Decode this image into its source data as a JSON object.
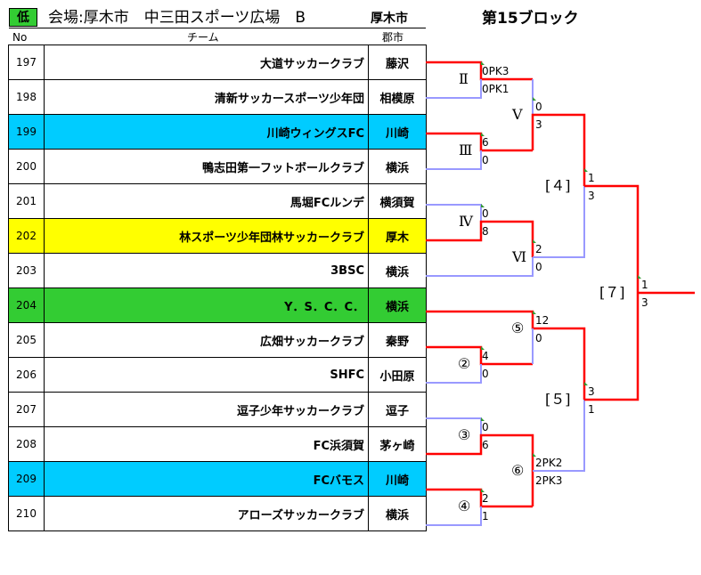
{
  "header": {
    "level_badge": "低",
    "venue": "会場:厚木市　中三田スポーツ広場　B",
    "city_header": "厚木市",
    "block": "第15ブロック"
  },
  "columns": {
    "no": "No",
    "team": "チーム",
    "city": "郡市"
  },
  "colors": {
    "winner_line": "#ff0000",
    "loser_line": "#9999ff",
    "cyan_row": "#00ccff",
    "yellow_row": "#ffff00",
    "green_row": "#33cc33"
  },
  "teams": [
    {
      "no": "197",
      "name": "大道サッカークラブ",
      "city": "藤沢",
      "highlight": ""
    },
    {
      "no": "198",
      "name": "清新サッカースポーツ少年団",
      "city": "相模原",
      "highlight": ""
    },
    {
      "no": "199",
      "name": "川崎ウィングスFC",
      "city": "川崎",
      "highlight": "cyan"
    },
    {
      "no": "200",
      "name": "鴨志田第一フットボールクラブ",
      "city": "横浜",
      "highlight": ""
    },
    {
      "no": "201",
      "name": "馬堀FCルンデ",
      "city": "横須賀",
      "highlight": ""
    },
    {
      "no": "202",
      "name": "林スポーツ少年団林サッカークラブ",
      "city": "厚木",
      "highlight": "yellow"
    },
    {
      "no": "203",
      "name": "3BSC",
      "city": "横浜",
      "highlight": ""
    },
    {
      "no": "204",
      "name": "Y．S．C．C．",
      "city": "横浜",
      "highlight": "green"
    },
    {
      "no": "205",
      "name": "広畑サッカークラブ",
      "city": "秦野",
      "highlight": ""
    },
    {
      "no": "206",
      "name": "SHFC",
      "city": "小田原",
      "highlight": ""
    },
    {
      "no": "207",
      "name": "逗子少年サッカークラブ",
      "city": "逗子",
      "highlight": ""
    },
    {
      "no": "208",
      "name": "FC浜須賀",
      "city": "茅ヶ崎",
      "highlight": ""
    },
    {
      "no": "209",
      "name": "FCバモス",
      "city": "川崎",
      "highlight": "cyan"
    },
    {
      "no": "210",
      "name": "アローズサッカークラブ",
      "city": "横浜",
      "highlight": ""
    }
  ],
  "matches": {
    "m2": {
      "label": "Ⅱ",
      "top_score": "0PK3",
      "bottom_score": "0PK1"
    },
    "m3": {
      "label": "Ⅲ",
      "top_score": "6",
      "bottom_score": "0"
    },
    "m4": {
      "label": "Ⅳ",
      "top_score": "0",
      "bottom_score": "8"
    },
    "m5": {
      "label": "Ⅴ",
      "top_score": "0",
      "bottom_score": "3"
    },
    "m6": {
      "label": "Ⅵ",
      "top_score": "2",
      "bottom_score": "0"
    },
    "c2": {
      "label": "②",
      "top_score": "4",
      "bottom_score": "0"
    },
    "c3": {
      "label": "③",
      "top_score": "0",
      "bottom_score": "6"
    },
    "c4": {
      "label": "④",
      "top_score": "2",
      "bottom_score": "1"
    },
    "c5": {
      "label": "⑤",
      "top_score": "12",
      "bottom_score": "0"
    },
    "c6": {
      "label": "⑥",
      "top_score": "2PK2",
      "bottom_score": "2PK3"
    },
    "b4": {
      "label": "[４]",
      "top_score": "1",
      "bottom_score": "3"
    },
    "b5": {
      "label": "[５]",
      "top_score": "3",
      "bottom_score": "1"
    },
    "b7": {
      "label": "[７]",
      "top_score": "1",
      "bottom_score": "3"
    }
  }
}
